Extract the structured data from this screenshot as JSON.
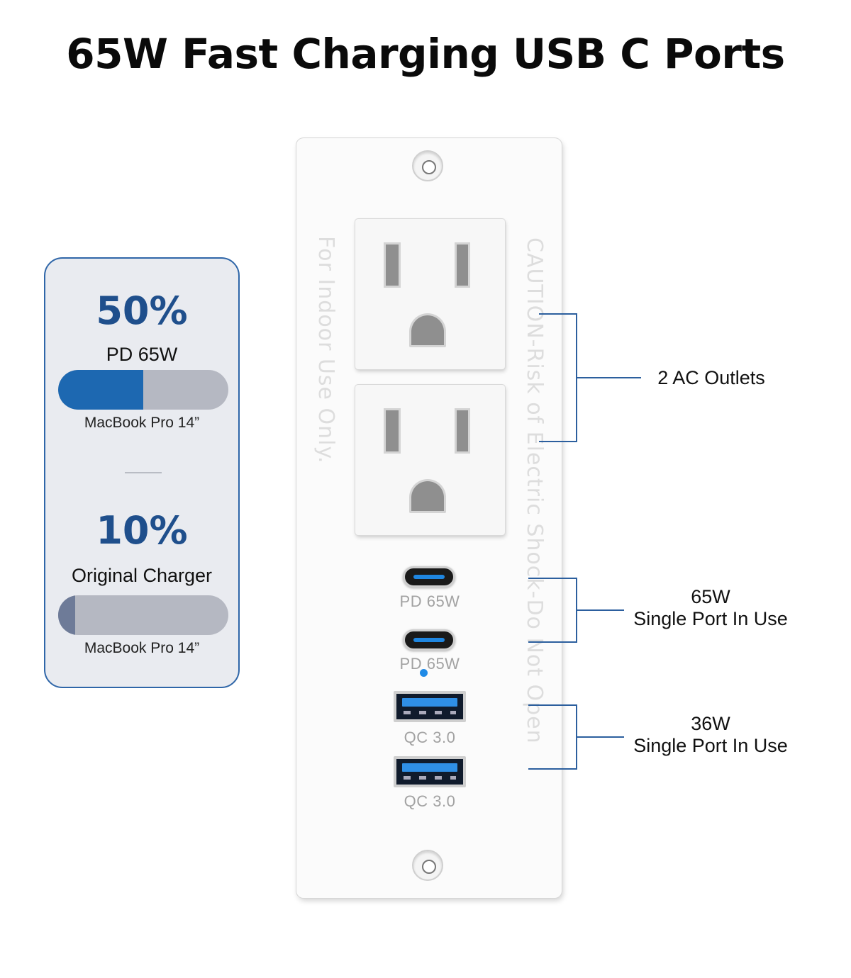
{
  "headline": "65W Fast Charging USB C Ports",
  "comparison": {
    "pd": {
      "percent": "50%",
      "label": "PD 65W",
      "progress": 0.5,
      "device": "MacBook Pro 14”",
      "fill_color": "#1d68b1"
    },
    "original": {
      "percent": "10%",
      "label": "Original Charger",
      "progress": 0.1,
      "device": "MacBook Pro 14”",
      "fill_color": "#6e7b98"
    }
  },
  "plate": {
    "left_text": "For Indoor Use Only.",
    "right_text": "CAUTION-Risk of Electric Shock-Do Not Open",
    "usbc_ports": [
      {
        "label": "PD 65W"
      },
      {
        "label": "PD 65W"
      }
    ],
    "usba_ports": [
      {
        "label": "QC   3.0"
      },
      {
        "label": "QC   3.0"
      }
    ],
    "usbc_accent": "#1f86e0"
  },
  "callouts": {
    "ac": "2 AC Outlets",
    "usbc": {
      "power": "65W",
      "desc": "Single Port In Use"
    },
    "usba": {
      "power": "36W",
      "desc": "Single Port In Use"
    },
    "line_color": "#2c5f9e"
  }
}
